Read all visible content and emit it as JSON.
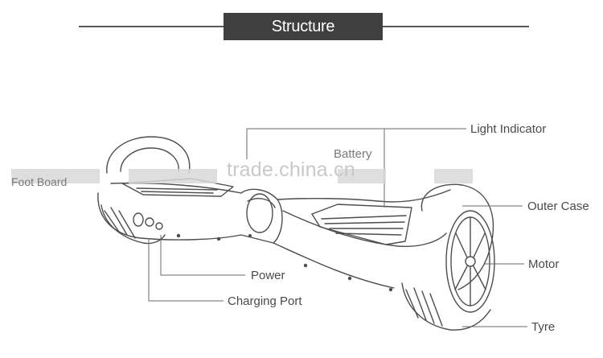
{
  "header": {
    "title": "Structure"
  },
  "labels": {
    "light_indicator": "Light Indicator",
    "battery": "Battery",
    "foot_board": "Foot Board",
    "outer_case": "Outer Case",
    "motor": "Motor",
    "power": "Power",
    "charging_port": "Charging Port",
    "tyre": "Tyre"
  },
  "watermark": "trade.china.cn",
  "colors": {
    "header_bg": "#3f3f3f",
    "header_text": "#ffffff",
    "line": "#5a5a5a",
    "label_text": "#4a4a4a"
  }
}
